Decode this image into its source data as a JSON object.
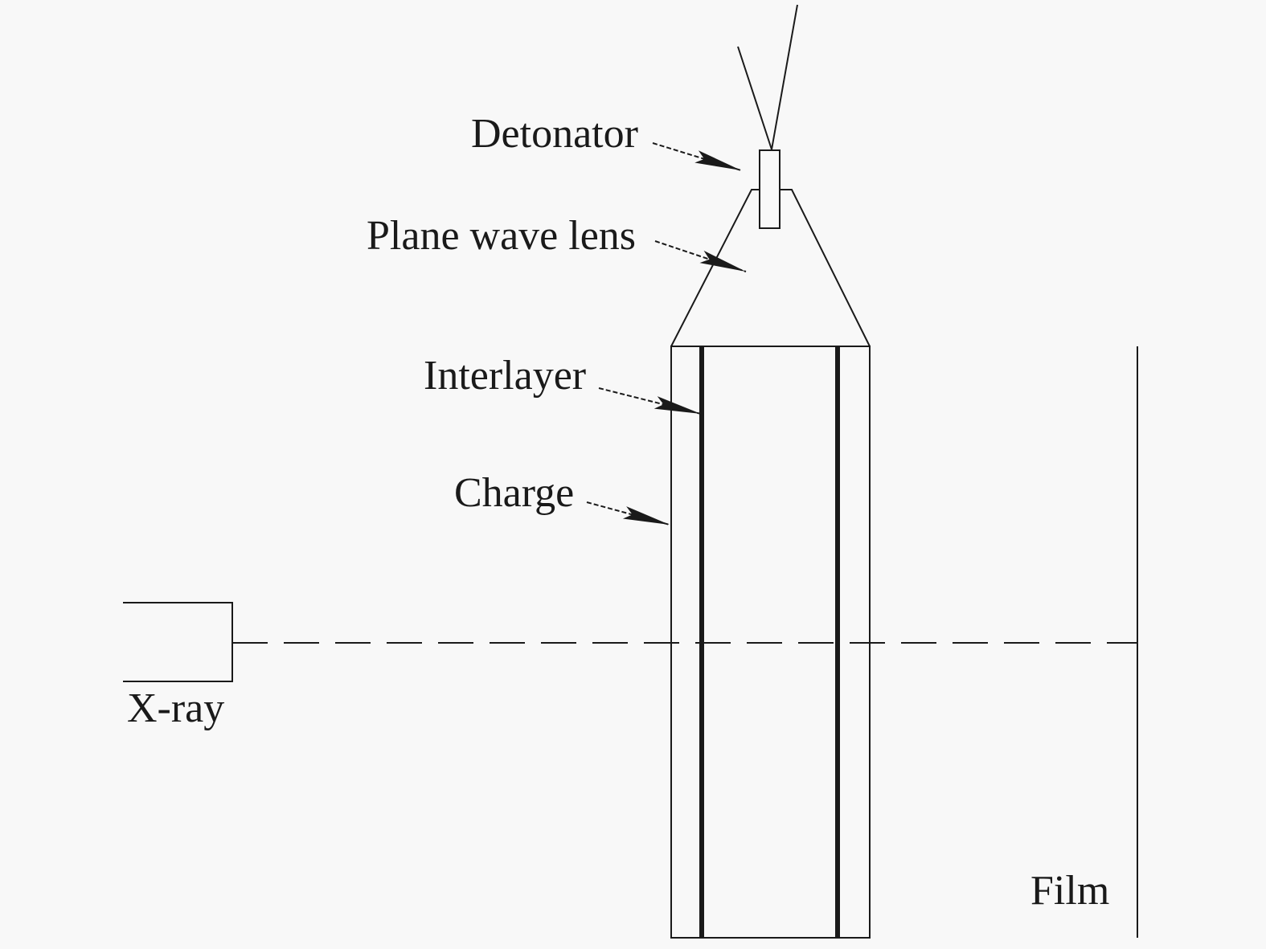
{
  "diagram": {
    "labels": {
      "detonator": "Detonator",
      "plane_wave_lens": "Plane wave lens",
      "interlayer": "Interlayer",
      "charge": "Charge",
      "xray": "X-ray",
      "film": "Film"
    },
    "colors": {
      "line": "#1a1a1a",
      "background": "#f8f8f8"
    }
  }
}
